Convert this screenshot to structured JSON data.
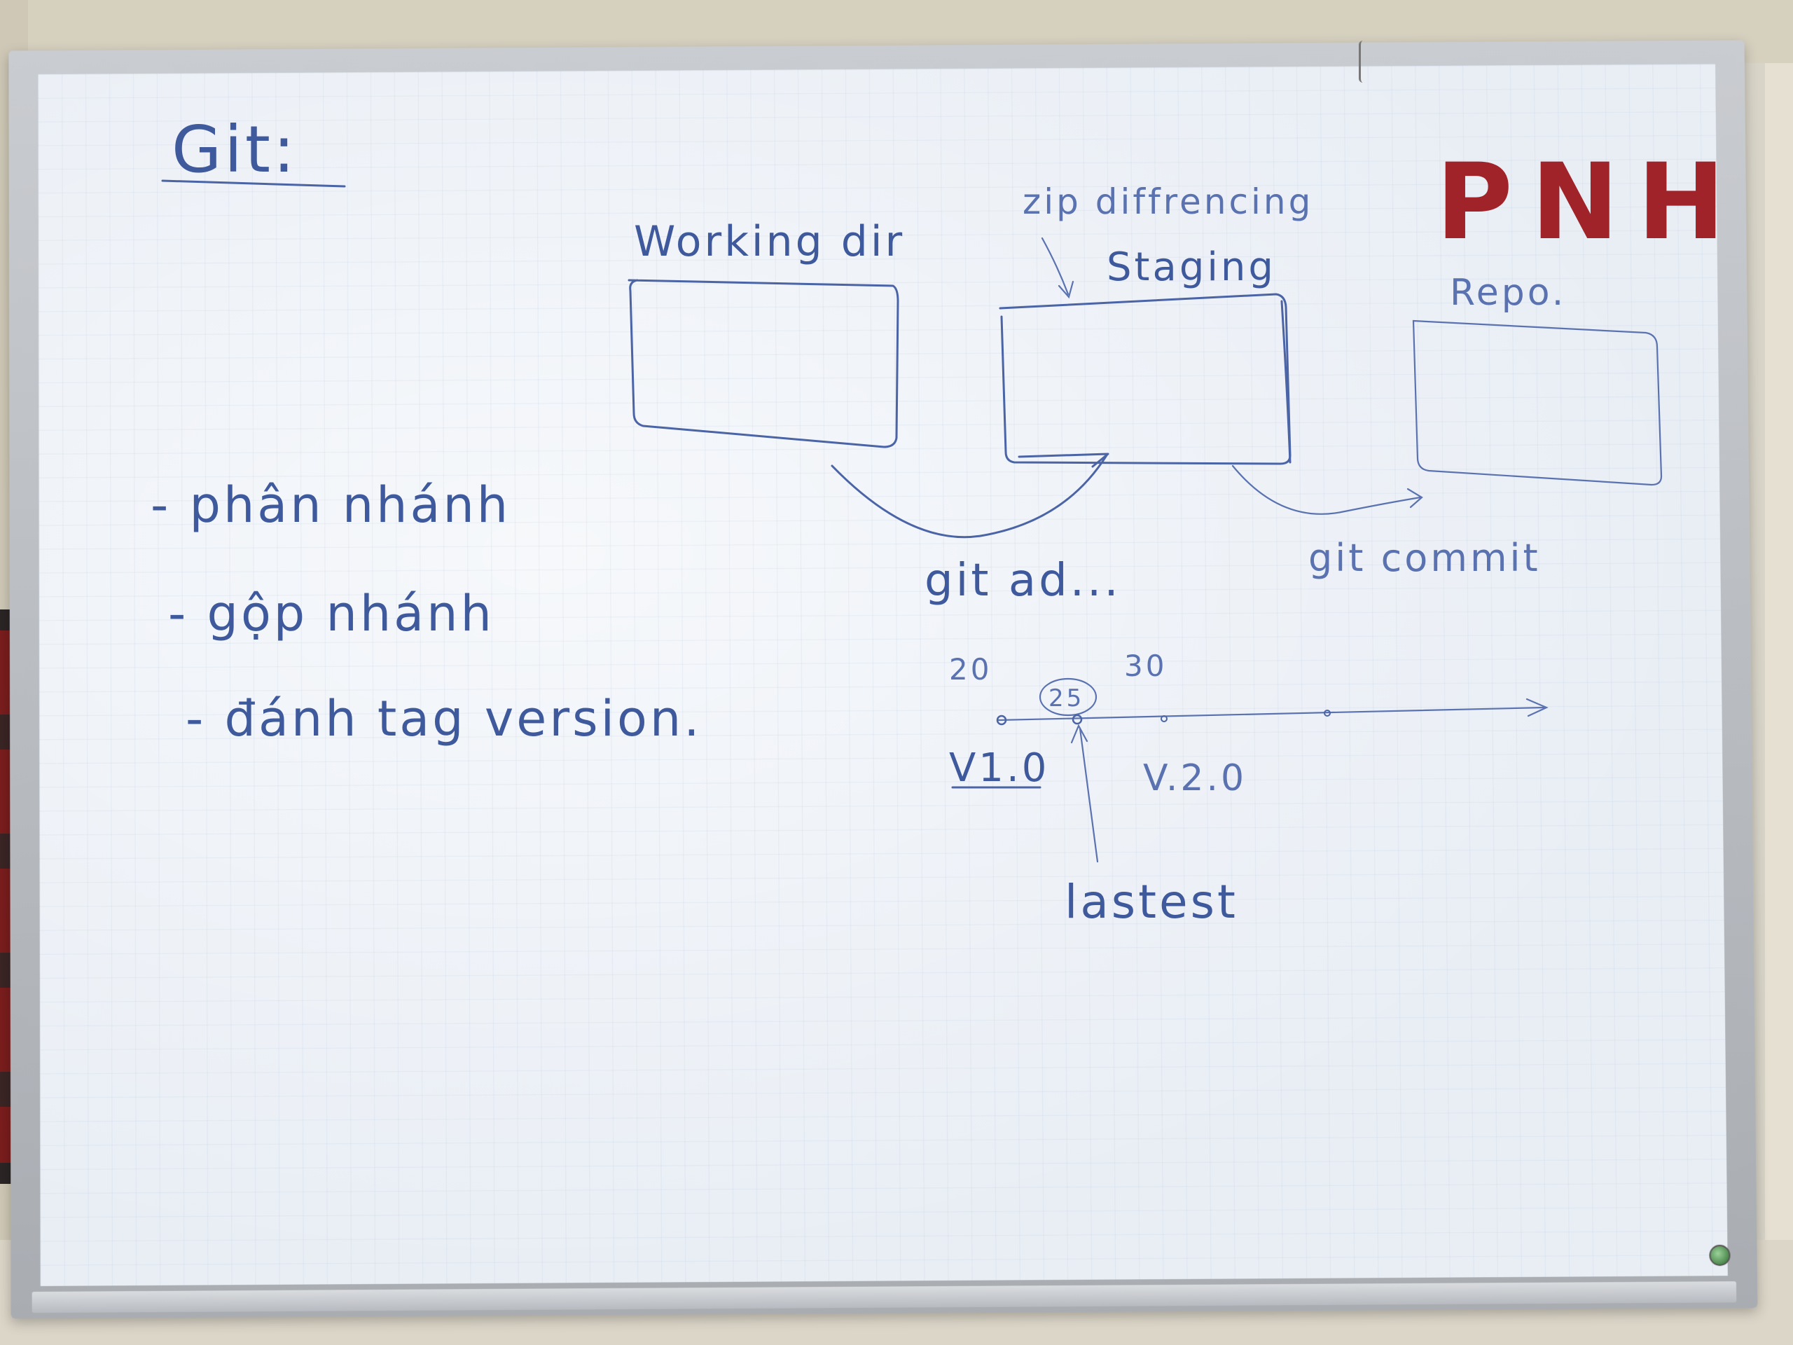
{
  "logo": {
    "text": "PNH",
    "color": "#a1232a"
  },
  "board": {
    "title": "Git:",
    "stages": {
      "working": "Working dir",
      "staging": "Staging",
      "repo": "Repo.",
      "zip_note": "zip diffrencing"
    },
    "commands": {
      "add": "git ad...",
      "commit": "git commit"
    },
    "bullets": [
      "- phân nhánh",
      "- gộp nhánh",
      "- đánh tag version."
    ],
    "timeline": {
      "label_20": "20",
      "label_25": "25",
      "label_30": "30",
      "tag_v1": "V1.0",
      "tag_v2": "V.2.0",
      "latest": "lastest"
    }
  },
  "colors": {
    "ink": "#3f5a9c",
    "board": "#e9eef5"
  }
}
